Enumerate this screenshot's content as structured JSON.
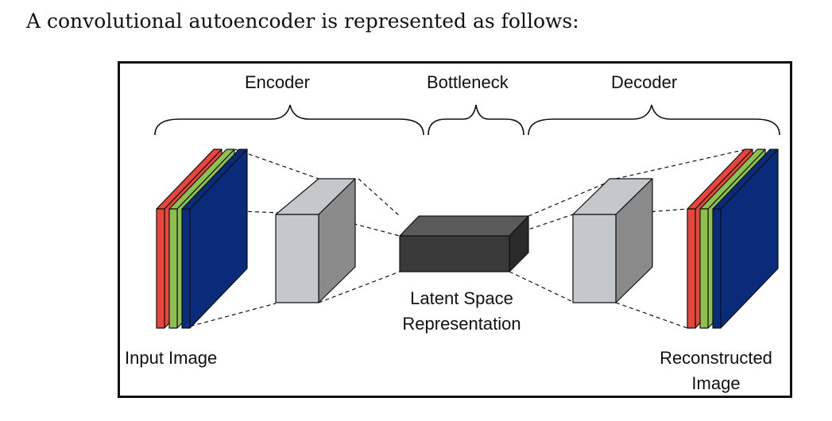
{
  "intro_text": "A convolutional autoencoder is represented as follows:",
  "diagram": {
    "encoder_label": "Encoder",
    "bottleneck_label": "Bottleneck",
    "decoder_label": "Decoder",
    "latent_label_line1": "Latent Space",
    "latent_label_line2": "Representation",
    "input_label": "Input Image",
    "output_label_line1": "Reconstructed",
    "output_label_line2": "Image",
    "colors": {
      "red_channel": "#e8453c",
      "green_channel": "#8cc152",
      "blue_channel": "#0a2a7a",
      "feature_map_front": "#c5c8ca",
      "feature_map_side": "#8a8a8a",
      "latent_front": "#3a3a3a",
      "latent_top": "#5a5a5a",
      "latent_side": "#2a2a2a"
    }
  }
}
